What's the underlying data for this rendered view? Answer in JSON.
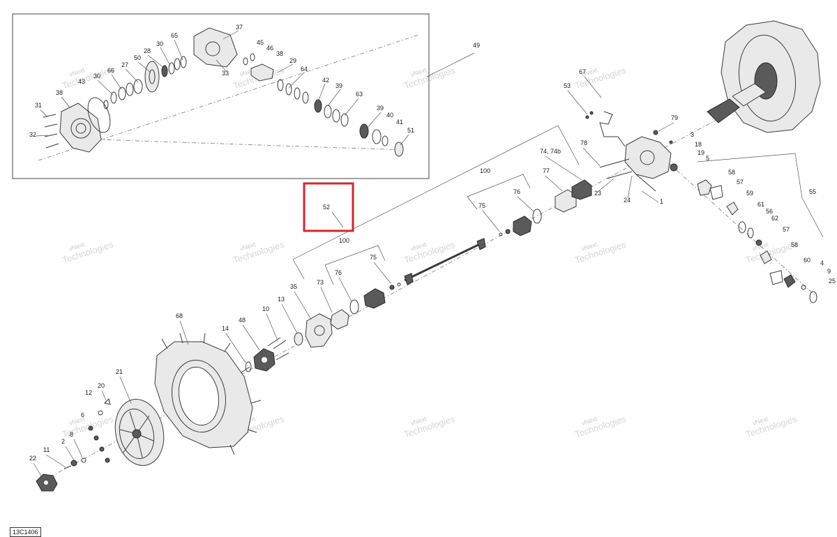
{
  "diagram": {
    "reference_code": "13C1406",
    "highlight_callout": "52",
    "watermark_line1": "vNext",
    "watermark_line2": "Technologies",
    "callouts": {
      "c1": "1",
      "c2": "2",
      "c3": "3",
      "c4": "4",
      "c5": "5",
      "c6": "6",
      "c8": "8",
      "c9": "9",
      "c10": "10",
      "c11": "11",
      "c12": "12",
      "c13": "13",
      "c14": "14",
      "c18": "18",
      "c19": "19",
      "c20": "20",
      "c21": "21",
      "c22": "22",
      "c23": "23",
      "c24": "24",
      "c25": "25",
      "c27": "27",
      "c28": "28",
      "c29": "29",
      "c30a": "30",
      "c30b": "30",
      "c31": "31",
      "c32": "32",
      "c33": "33",
      "c35": "35",
      "c37": "37",
      "c38a": "38",
      "c38b": "38",
      "c39a": "39",
      "c39b": "39",
      "c40": "40",
      "c41": "41",
      "c42": "42",
      "c43": "43",
      "c45": "45",
      "c46": "46",
      "c48": "48",
      "c49": "49",
      "c50": "50",
      "c51": "51",
      "c53": "53",
      "c55": "55",
      "c56": "56",
      "c57a": "57",
      "c57b": "57",
      "c58a": "58",
      "c58b": "58",
      "c59": "59",
      "c60": "60",
      "c61": "61",
      "c62": "62",
      "c63": "63",
      "c64": "64",
      "c65": "65",
      "c66": "66",
      "c67": "67",
      "c68": "68",
      "c73": "73",
      "c74": "74, 74b",
      "c75a": "75",
      "c75b": "75",
      "c76a": "76",
      "c76b": "76",
      "c77": "77",
      "c78": "78",
      "c79": "79",
      "c100a": "100",
      "c100b": "100"
    }
  }
}
